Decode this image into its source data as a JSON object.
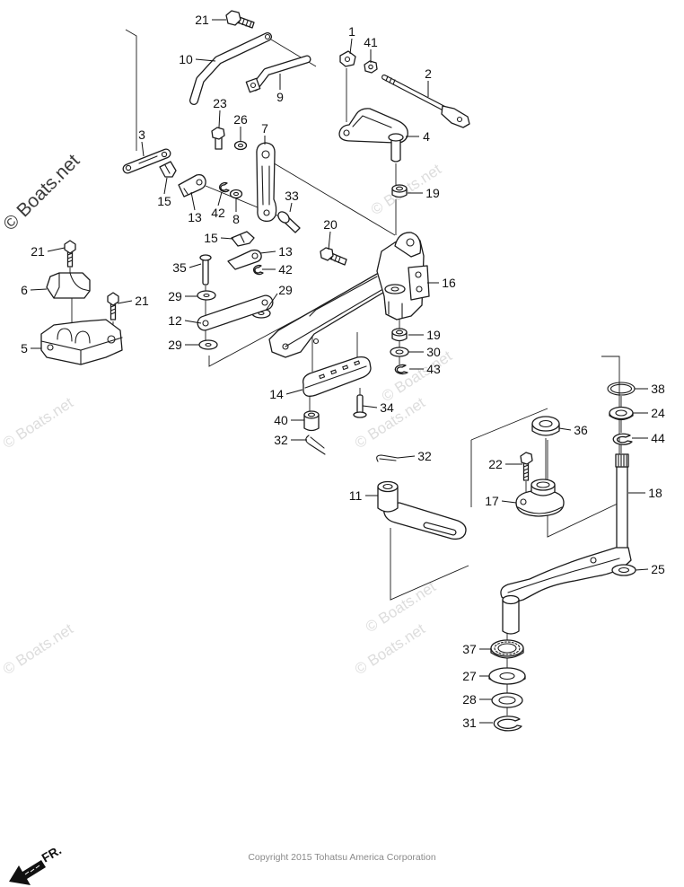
{
  "watermark": "© Boats.net",
  "direction_label": "FR.",
  "copyright": "Copyright 2015 Tohatsu America Corporation",
  "callouts": [
    "21",
    "10",
    "9",
    "1",
    "41",
    "2",
    "3",
    "23",
    "26",
    "7",
    "4",
    "19",
    "15",
    "13",
    "42",
    "8",
    "33",
    "20",
    "21",
    "15",
    "13",
    "35",
    "42",
    "16",
    "6",
    "29",
    "29",
    "21",
    "12",
    "19",
    "5",
    "29",
    "30",
    "43",
    "14",
    "38",
    "34",
    "24",
    "40",
    "36",
    "44",
    "32",
    "32",
    "22",
    "18",
    "11",
    "17",
    "25",
    "37",
    "27",
    "28",
    "31"
  ]
}
